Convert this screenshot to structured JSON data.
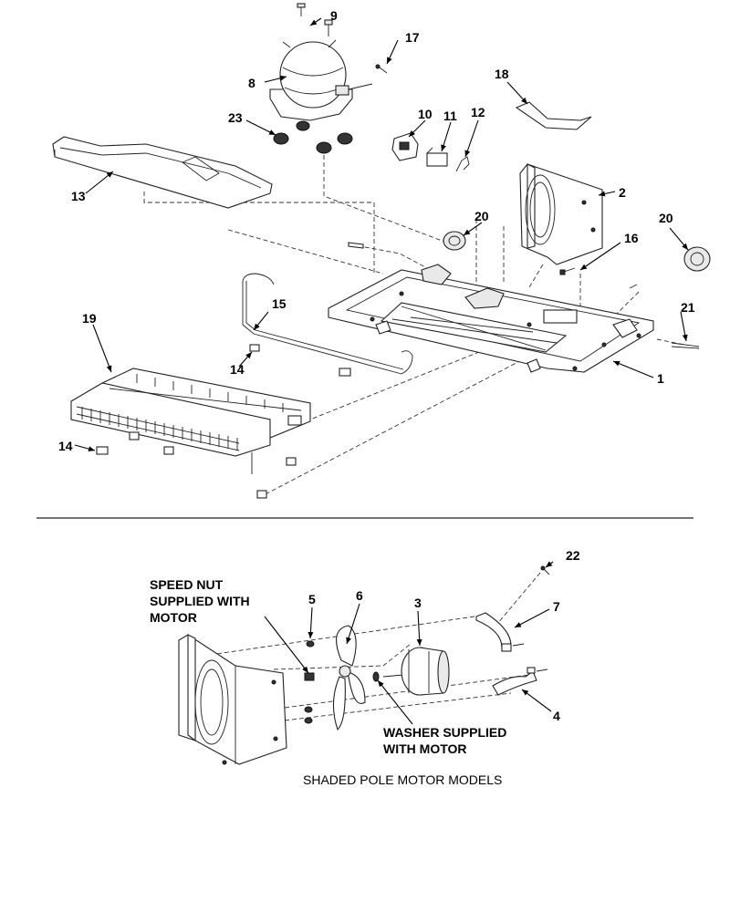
{
  "callouts": {
    "c1": "1",
    "c2": "2",
    "c3": "3",
    "c4": "4",
    "c5": "5",
    "c6": "6",
    "c7": "7",
    "c8": "8",
    "c9": "9",
    "c10": "10",
    "c11": "11",
    "c12": "12",
    "c13": "13",
    "c14a": "14",
    "c14b": "14",
    "c15": "15",
    "c16": "16",
    "c17": "17",
    "c18": "18",
    "c19": "19",
    "c20a": "20",
    "c20b": "20",
    "c21": "21",
    "c22": "22",
    "c23": "23"
  },
  "notes": {
    "speed_nut": [
      "SPEED NUT",
      "SUPPLIED WITH",
      "MOTOR"
    ],
    "washer": [
      "WASHER SUPPLIED",
      "WITH MOTOR"
    ]
  },
  "caption": "SHADED POLE MOTOR MODELS",
  "colors": {
    "line": "#222222",
    "background": "#ffffff"
  }
}
